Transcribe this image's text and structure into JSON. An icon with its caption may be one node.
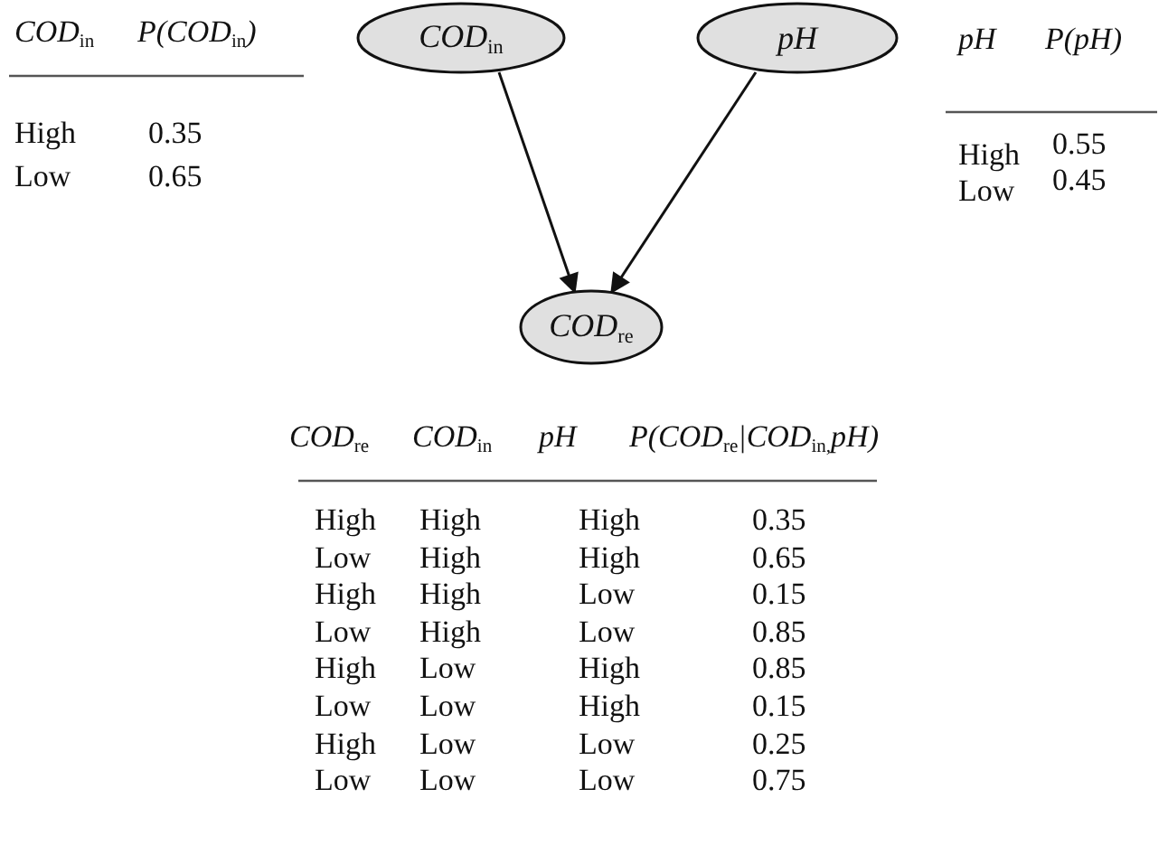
{
  "diagram": {
    "nodes": [
      {
        "text": [
          "COD$_{in}$"
        ]
      },
      {
        "text": [
          "pH"
        ]
      },
      {
        "text": [
          "COD$_{re}$"
        ]
      }
    ],
    "edges": [
      {
        "from": 0,
        "to": 2,
        "arrow": "to"
      },
      {
        "from": 1,
        "to": 2,
        "arrow": "to"
      }
    ],
    "labels": [
      "COD$_{in}$",
      "P(COD$_{in}$)",
      "High",
      "0.35",
      "Low",
      "0.65",
      "pH",
      "P(pH)",
      "High",
      "0.55",
      "Low",
      "0.45",
      "COD$_{re}$",
      "COD$_{in}$",
      "pH",
      "P(COD$_{re}$|COD$_{in,}$pH)",
      "High",
      "High",
      "High",
      "0.35",
      "Low",
      "High",
      "High",
      "0.65",
      "High",
      "High",
      "Low",
      "0.15",
      "Low",
      "High",
      "Low",
      "0.85",
      "High",
      "Low",
      "High",
      "0.85",
      "Low",
      "Low",
      "High",
      "0.15",
      "High",
      "Low",
      "Low",
      "0.25",
      "Low",
      "Low",
      "Low",
      "0.75"
    ]
  }
}
